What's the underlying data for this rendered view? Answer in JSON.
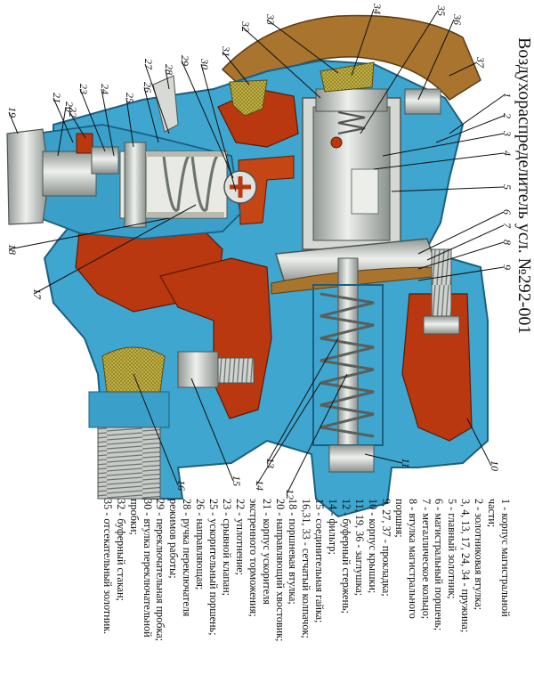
{
  "title": "Воздухораспределитель усл. №292-001",
  "callouts": [
    "1",
    "2",
    "3",
    "4",
    "5",
    "6",
    "7",
    "8",
    "9",
    "10",
    "11",
    "12",
    "13",
    "14",
    "15",
    "16",
    "17",
    "18",
    "19",
    "20",
    "21",
    "22",
    "23",
    "24",
    "25",
    "26",
    "27",
    "28",
    "29",
    "30",
    "31",
    "32",
    "33",
    "34",
    "35",
    "36",
    "37"
  ],
  "legend": [
    "1 - корпус магистральной",
    "части;",
    "2 - золотниковая втулка;",
    "3, 4, 13, 17, 24, 34 - пружина;",
    "5 - главный золотник;",
    "6 - магистральный поршень;",
    "7 - металлическое кольцо;",
    "8 - втулка магистрального",
    "поршня;",
    "9, 27, 37 - прокладка;",
    "10 - корпус крышки;",
    "11, 19, 36 - заглушка;",
    "12 - буферный стержень;",
    "14 - фильтр;",
    "15 - соединительная гайка;",
    "16,31, 33 - сетчатый колпачок;",
    "18 - поршневая втулка;",
    "20 - направляющий хвостовик;",
    "21 - корпус ускорителя",
    "экстренного торможения;",
    "22 - уплотнение;",
    "23 - срывной клапан;",
    "25 - ускорительный поршень;",
    "26 - направляющая;",
    "28 - ручка переключателя",
    "режимов работы;",
    "29 - переключательная пробка;",
    "30 - втулка переключательной",
    "пробки;",
    "32 - буферный стакан;",
    "35 - отсекательный золотник."
  ],
  "colors": {
    "body": "#3fa6cf",
    "body_dark": "#2a7ea6",
    "cavity": "#b9380f",
    "cavity_dark": "#5a1a08",
    "metal": "#d9dcd8",
    "metal_dark": "#9aa09c",
    "gasket": "#a8742e",
    "filter": "#c9b94a"
  }
}
